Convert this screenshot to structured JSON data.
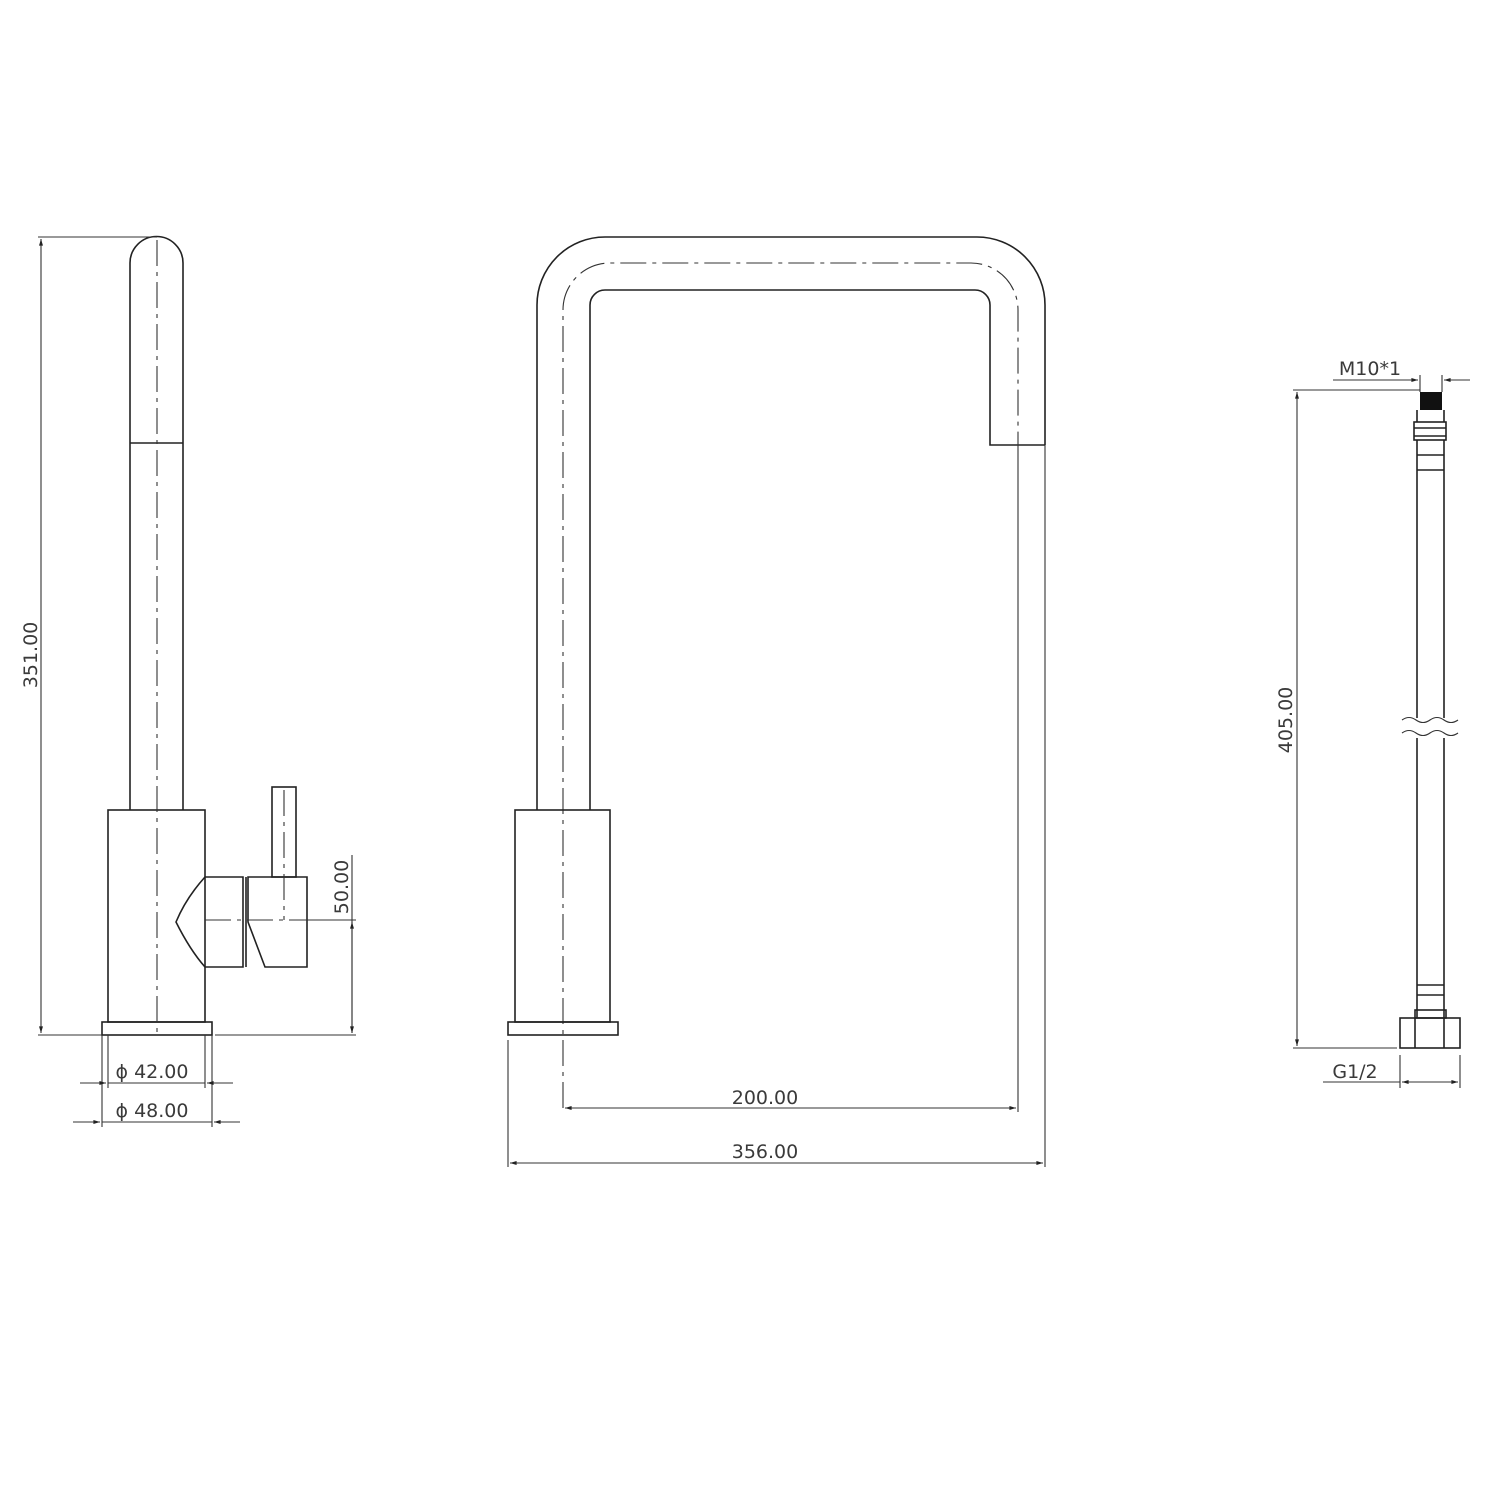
{
  "drawing": {
    "side_view": {
      "height_dim": "351.00",
      "handle_height_dim": "50.00",
      "inner_diameter_dim": "ϕ 42.00",
      "outer_diameter_dim": "ϕ 48.00"
    },
    "front_view": {
      "reach_dim": "200.00",
      "overall_width_dim": "356.00"
    },
    "hose_view": {
      "length_dim": "405.00",
      "top_thread": "M10*1",
      "bottom_thread": "G1/2"
    },
    "colors": {
      "line": "#222222",
      "text": "#3a3a3a"
    }
  }
}
